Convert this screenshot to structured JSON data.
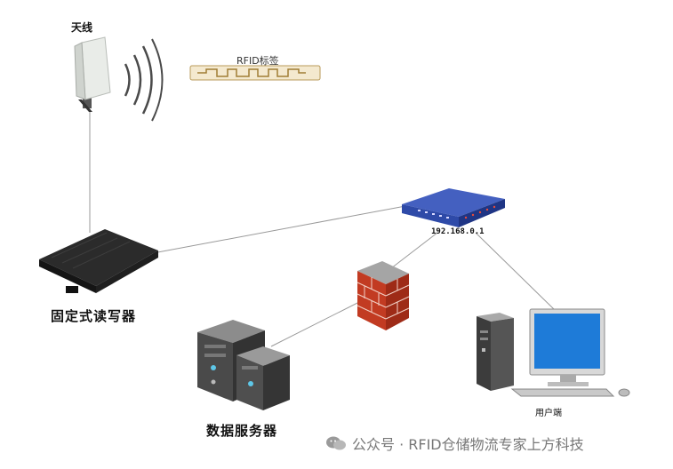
{
  "labels": {
    "antenna": "天线",
    "rfid_tag": "RFID标签",
    "fixed_reader": "固定式读写器",
    "router_ip": "192.168.0.1",
    "data_server": "数据服务器",
    "user_terminal": "用户端"
  },
  "watermark": {
    "text": "公众号 · RFID仓储物流专家上方科技",
    "icon": "wechat-icon"
  },
  "colors": {
    "router_blue": "#2e4aa8",
    "firewall_brick": "#c23b22",
    "monitor_screen": "#1e7bd8",
    "cable": "#9a9a9a"
  }
}
